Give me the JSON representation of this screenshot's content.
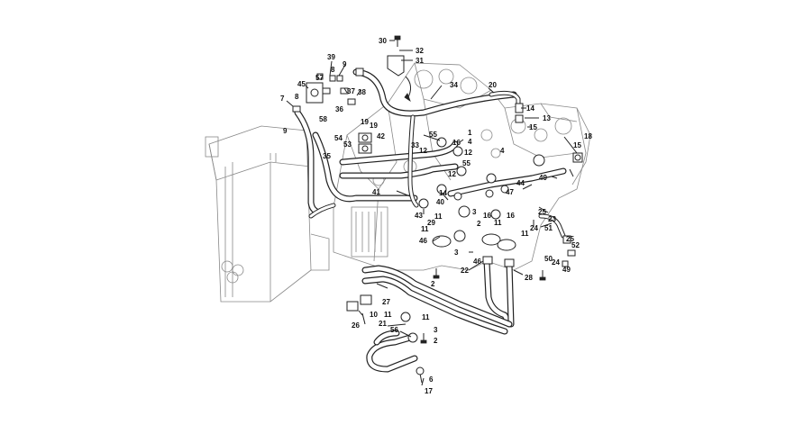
{
  "diagram": {
    "callouts": [
      "30",
      "32",
      "31",
      "39",
      "9",
      "57",
      "8",
      "45",
      "7",
      "37",
      "38",
      "34",
      "20",
      "14",
      "13",
      "15",
      "1",
      "4",
      "8",
      "55",
      "12",
      "58",
      "36",
      "19",
      "19",
      "18",
      "9",
      "54",
      "53",
      "42",
      "33",
      "12",
      "55",
      "12",
      "35",
      "14",
      "43",
      "40",
      "44",
      "49",
      "47",
      "41",
      "11",
      "29",
      "3",
      "16",
      "16",
      "25",
      "23",
      "24",
      "51",
      "25",
      "52",
      "46",
      "11",
      "11",
      "11",
      "2",
      "3",
      "46",
      "50",
      "24",
      "49",
      "22",
      "28",
      "2",
      "27",
      "26",
      "10",
      "11",
      "11",
      "21",
      "56",
      "3",
      "2",
      "17",
      "6",
      "16",
      "15",
      "4"
    ]
  }
}
